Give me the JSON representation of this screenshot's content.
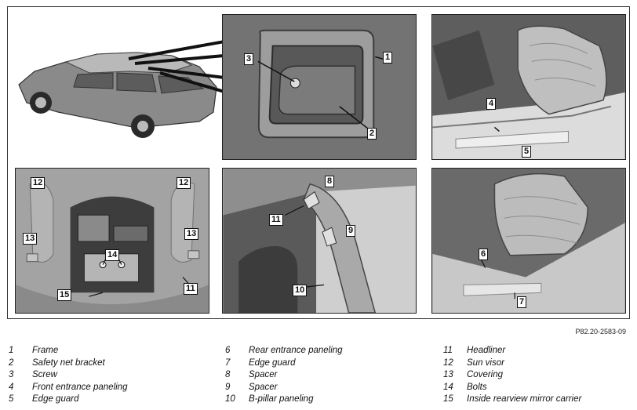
{
  "figure_id": "P82.20-2583-09",
  "callouts": {
    "p2": [
      "3",
      "1",
      "2"
    ],
    "p3": [
      "4",
      "5"
    ],
    "p4": [
      "12",
      "12",
      "13",
      "13",
      "14",
      "11",
      "15"
    ],
    "p5": [
      "8",
      "11",
      "9",
      "10"
    ],
    "p6": [
      "6",
      "7"
    ]
  },
  "legend": [
    {
      "num": "1",
      "label": "Frame"
    },
    {
      "num": "2",
      "label": "Safety net bracket"
    },
    {
      "num": "3",
      "label": "Screw"
    },
    {
      "num": "4",
      "label": "Front entrance paneling"
    },
    {
      "num": "5",
      "label": "Edge guard"
    },
    {
      "num": "6",
      "label": "Rear entrance paneling"
    },
    {
      "num": "7",
      "label": "Edge guard"
    },
    {
      "num": "8",
      "label": "Spacer"
    },
    {
      "num": "9",
      "label": "Spacer"
    },
    {
      "num": "10",
      "label": "B-pillar paneling"
    },
    {
      "num": "11",
      "label": "Headliner"
    },
    {
      "num": "12",
      "label": "Sun visor"
    },
    {
      "num": "13",
      "label": "Covering"
    },
    {
      "num": "14",
      "label": "Bolts"
    },
    {
      "num": "15",
      "label": "Inside rearview mirror carrier"
    }
  ]
}
